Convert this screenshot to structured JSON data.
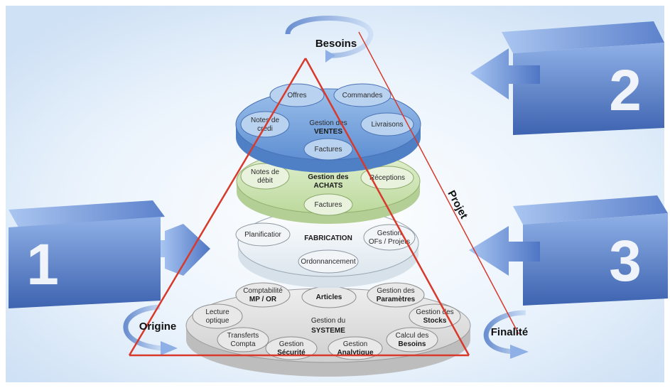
{
  "badges": {
    "one": "1",
    "two": "2",
    "three": "3"
  },
  "labels": {
    "besoins": "Besoins",
    "projet": "Projet",
    "origine": "Origine",
    "finalite": "Finalité"
  },
  "ventes": {
    "title1": "Gestion des",
    "title2": "VENTES",
    "offres": "Offres",
    "commandes": "Commandes",
    "notes_credit_1": "Notes de",
    "notes_credit_2": "crédi",
    "livraisons": "Livraisons",
    "factures": "Factures"
  },
  "achats": {
    "title1": "Gestion des",
    "title2": "ACHATS",
    "notes_debit_1": "Notes de",
    "notes_debit_2": "débit",
    "receptions": "Réceptions",
    "factures": "Factures"
  },
  "fabrication": {
    "title": "FABRICATION",
    "planification": "Planificatior",
    "gestion_ofs_1": "Gestion",
    "gestion_ofs_2": "OFs / Projets",
    "ordonnancement": "Ordonnancement"
  },
  "systeme": {
    "title1": "Gestion du",
    "title2": "SYSTEME",
    "articles": "Articles",
    "comptabilite_1": "Comptabilité",
    "comptabilite_2": "MP / OR",
    "parametres_1": "Gestion des",
    "parametres_2": "Paramètres",
    "lecture_1": "Lecture",
    "lecture_2": "optique",
    "stocks_1": "Gestion des",
    "stocks_2": "Stocks",
    "transferts_1": "Transferts",
    "transferts_2": "Compta",
    "securite_1": "Gestion",
    "securite_2": "Sécurité",
    "analytique_1": "Gestion",
    "analytique_2": "Analytique",
    "besoins_1": "Calcul des",
    "besoins_2": "Besoins"
  },
  "colors": {
    "bg": "#e6f0fb",
    "blue_box": "#6b8fd0",
    "ventes": "#7ea8dc",
    "achats": "#cfe4b8",
    "triangle": "#d8392b"
  }
}
